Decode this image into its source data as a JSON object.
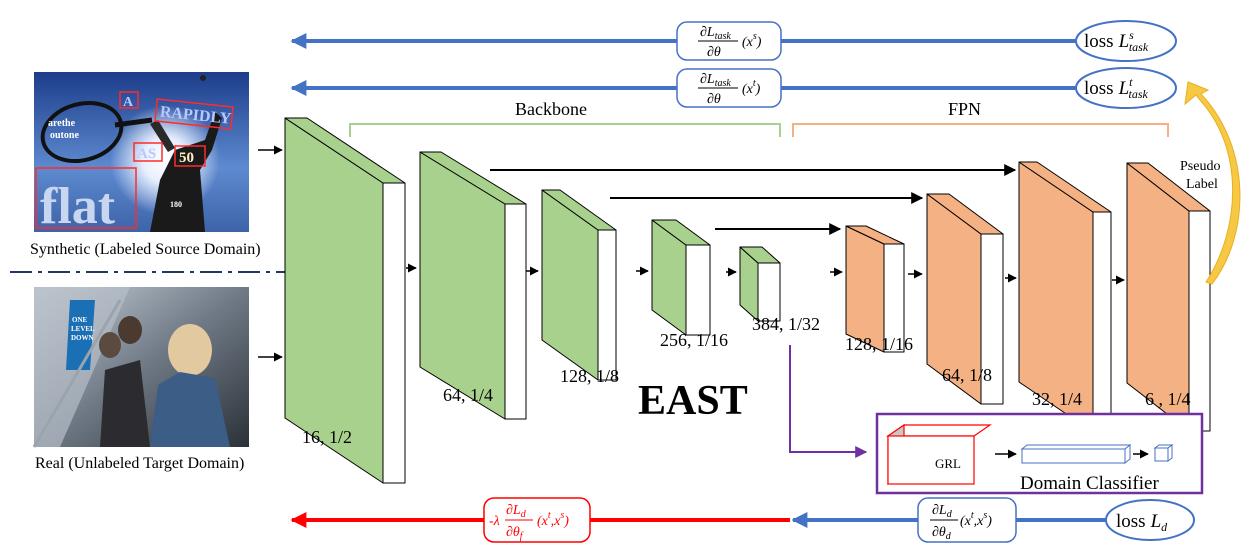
{
  "images": {
    "synthetic_caption": "Synthetic (Labeled Source Domain)",
    "real_caption": "Real (Unlabeled Target Domain)",
    "synthetic_text": [
      "A",
      "RAPIDLY",
      "AS",
      "50",
      "flat",
      "arethe",
      "outone",
      "180"
    ],
    "real_text": [
      "ONE",
      "LEVEL",
      "DOWN"
    ]
  },
  "brackets": {
    "backbone": "Backbone",
    "fpn": "FPN"
  },
  "blocks": {
    "b1": "16, 1/2",
    "b2": "64, 1/4",
    "b3": "128, 1/8",
    "b4": "256, 1/16",
    "b5": "384, 1/32",
    "f1": "128, 1/16",
    "f2": "64, 1/8",
    "f3": "32, 1/4",
    "f4": "6 , 1/4"
  },
  "title": "EAST",
  "pseudo_label": [
    "Pseudo",
    "Label"
  ],
  "grl": "GRL",
  "domain_classifier": "Domain Classifier",
  "losses": {
    "source": {
      "loss": "loss",
      "symbol": "L",
      "sup": "s",
      "sub": "task"
    },
    "target": {
      "loss": "loss",
      "symbol": "L",
      "sup": "t",
      "sub": "task"
    },
    "domain": {
      "loss": "loss",
      "symbol": "L",
      "sub": "d"
    }
  },
  "gradients": {
    "source": {
      "num": "∂L",
      "num_sub": "task",
      "den": "∂θ",
      "arg": "(x",
      "arg_sup": "s",
      "close": ")"
    },
    "target": {
      "num": "∂L",
      "num_sub": "task",
      "den": "∂θ",
      "arg": "(x",
      "arg_sup": "t",
      "close": ")"
    },
    "domain": {
      "num": "∂L",
      "num_sub": "d",
      "den": "∂θ",
      "den_sub": "d",
      "arg": "(x",
      "arg_sup": "t",
      "mid": ",x",
      "mid_sup": "s",
      "close": ")"
    },
    "reversed": {
      "prefix": "-λ",
      "num": "∂L",
      "num_sub": "d",
      "den": "∂θ",
      "den_sub": "f",
      "arg": "(x",
      "arg_sup": "t",
      "mid": ",x",
      "mid_sup": "s",
      "close": ")"
    }
  },
  "colors": {
    "backbone_fill": "#a9d18e",
    "fpn_fill": "#f4b183",
    "blue_arrow": "#4472c4",
    "red_arrow": "#ff0000",
    "purple": "#7030a0",
    "yellow_arrow": "#f7c844",
    "backbone_bracket": "#a9d18e",
    "fpn_bracket": "#f4b183",
    "grl_red": "#ff0000"
  }
}
